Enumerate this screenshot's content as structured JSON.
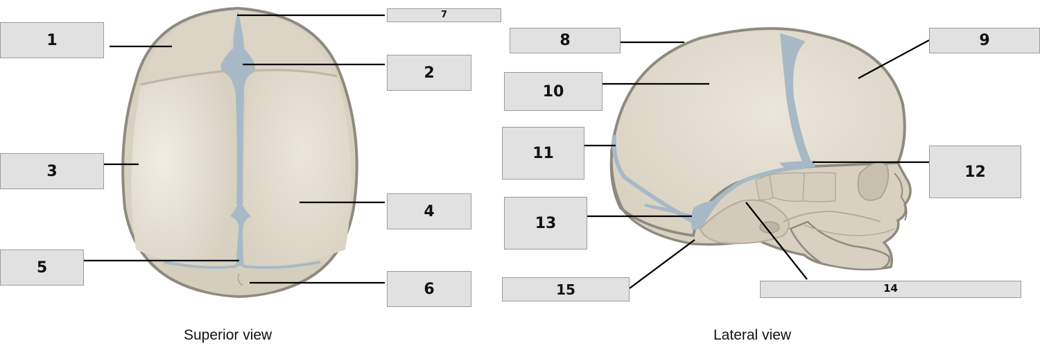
{
  "labels": {
    "l1": "1",
    "l2": "2",
    "l3": "3",
    "l4": "4",
    "l5": "5",
    "l6": "6",
    "l7": "7",
    "l8": "8",
    "l9": "9",
    "l10": "10",
    "l11": "11",
    "l12": "12",
    "l13": "13",
    "l14": "14",
    "l15": "15"
  },
  "captions": {
    "superior": "Superior view",
    "lateral": "Lateral view"
  },
  "colors": {
    "bone": "#d8d1c1",
    "bone_outline": "#8e8a80",
    "fontanelle": "#a7b9c6",
    "label_box": "#e1e1e1",
    "leader_line": "#000000"
  }
}
